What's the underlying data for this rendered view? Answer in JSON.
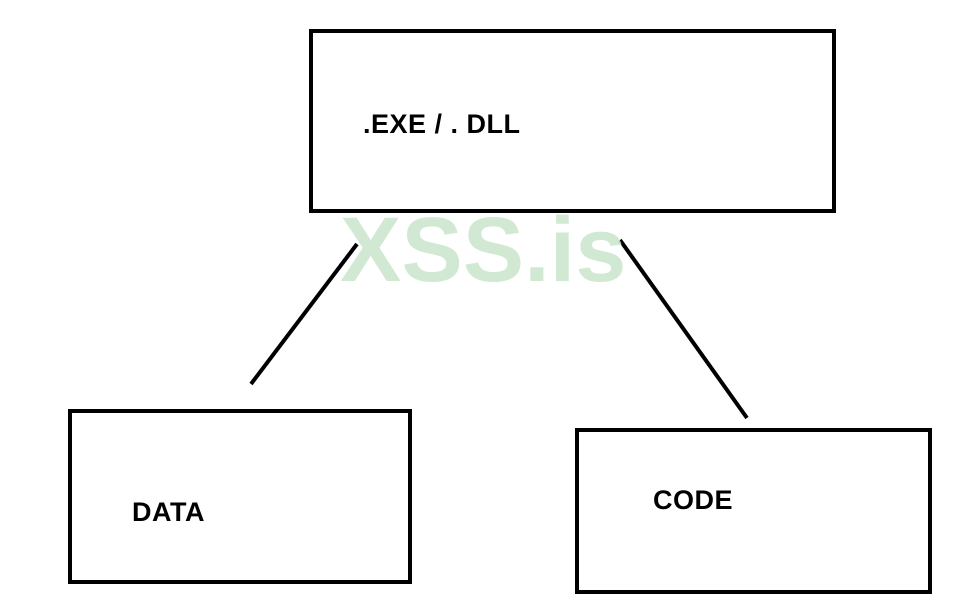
{
  "diagram": {
    "nodes": [
      {
        "id": "exe",
        "label": ".EXE / . DLL"
      },
      {
        "id": "data",
        "label": "DATA"
      },
      {
        "id": "code",
        "label": "CODE"
      }
    ],
    "edges": [
      {
        "from": "exe",
        "to": "data"
      },
      {
        "from": "exe",
        "to": "code"
      }
    ]
  },
  "watermark": {
    "text": "XSS.is"
  },
  "colors": {
    "stroke": "#000000",
    "background": "#ffffff",
    "watermark": "#c9e6cc"
  }
}
